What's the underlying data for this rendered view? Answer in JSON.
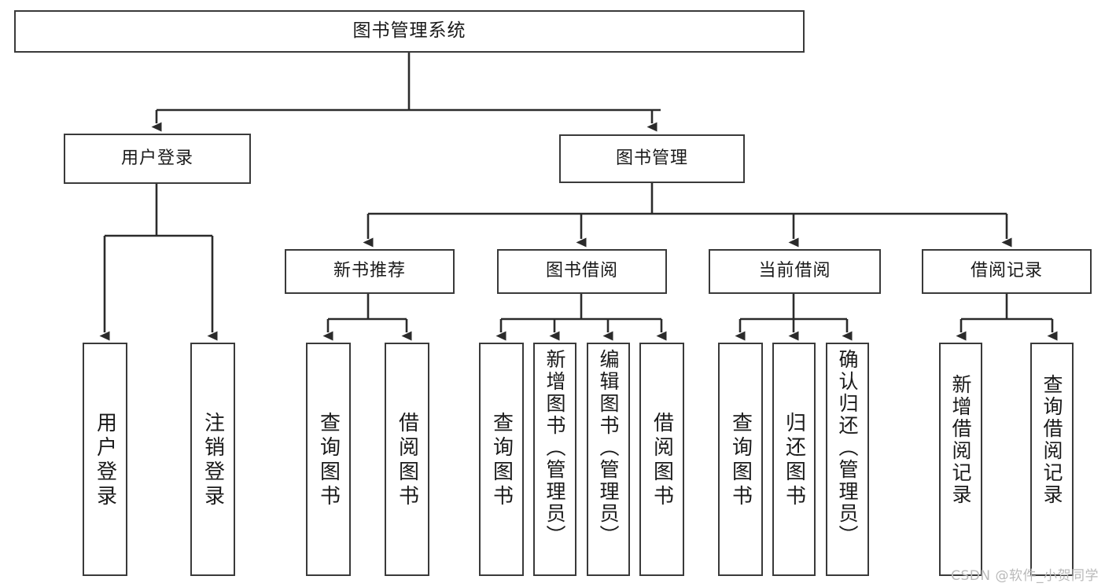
{
  "diagram": {
    "type": "tree-hierarchy-chart",
    "title": "图书管理系统",
    "watermark": "CSDN @软件_小贺同学",
    "colors": {
      "box_border": "#3a3a3a",
      "box_fill": "#ffffff",
      "connector": "#2b2b2b",
      "text": "#1a1a1a",
      "watermark": "#b9b9b9",
      "background": "#ffffff"
    },
    "nodes": {
      "root": {
        "label": "图书管理系统"
      },
      "level2": [
        {
          "id": "user-login",
          "label": "用户登录"
        },
        {
          "id": "book-management",
          "label": "图书管理"
        }
      ],
      "level3": [
        {
          "id": "new-book-recommend",
          "label": "新书推荐",
          "parent": "book-management"
        },
        {
          "id": "book-borrow",
          "label": "图书借阅",
          "parent": "book-management"
        },
        {
          "id": "current-borrow",
          "label": "当前借阅",
          "parent": "book-management"
        },
        {
          "id": "borrow-record",
          "label": "借阅记录",
          "parent": "book-management"
        }
      ],
      "leaves": [
        {
          "id": "leaf-user-login",
          "label": "用户登录",
          "parent": "user-login"
        },
        {
          "id": "leaf-logout",
          "label": "注销登录",
          "parent": "user-login"
        },
        {
          "id": "leaf-query-book-1",
          "label": "查询图书",
          "parent": "new-book-recommend"
        },
        {
          "id": "leaf-borrow-book-1",
          "label": "借阅图书",
          "parent": "new-book-recommend"
        },
        {
          "id": "leaf-query-book-2",
          "label": "查询图书",
          "parent": "book-borrow"
        },
        {
          "id": "leaf-add-book",
          "label": "新增图书（管理员）",
          "parent": "book-borrow"
        },
        {
          "id": "leaf-edit-book",
          "label": "编辑图书（管理员）",
          "parent": "book-borrow"
        },
        {
          "id": "leaf-borrow-book-2",
          "label": "借阅图书",
          "parent": "book-borrow"
        },
        {
          "id": "leaf-query-book-3",
          "label": "查询图书",
          "parent": "current-borrow"
        },
        {
          "id": "leaf-return-book",
          "label": "归还图书",
          "parent": "current-borrow"
        },
        {
          "id": "leaf-confirm-return",
          "label": "确认归还（管理员）",
          "parent": "current-borrow"
        },
        {
          "id": "leaf-add-record",
          "label": "新增借阅记录",
          "parent": "borrow-record"
        },
        {
          "id": "leaf-query-record",
          "label": "查询借阅记录",
          "parent": "borrow-record"
        }
      ]
    }
  }
}
